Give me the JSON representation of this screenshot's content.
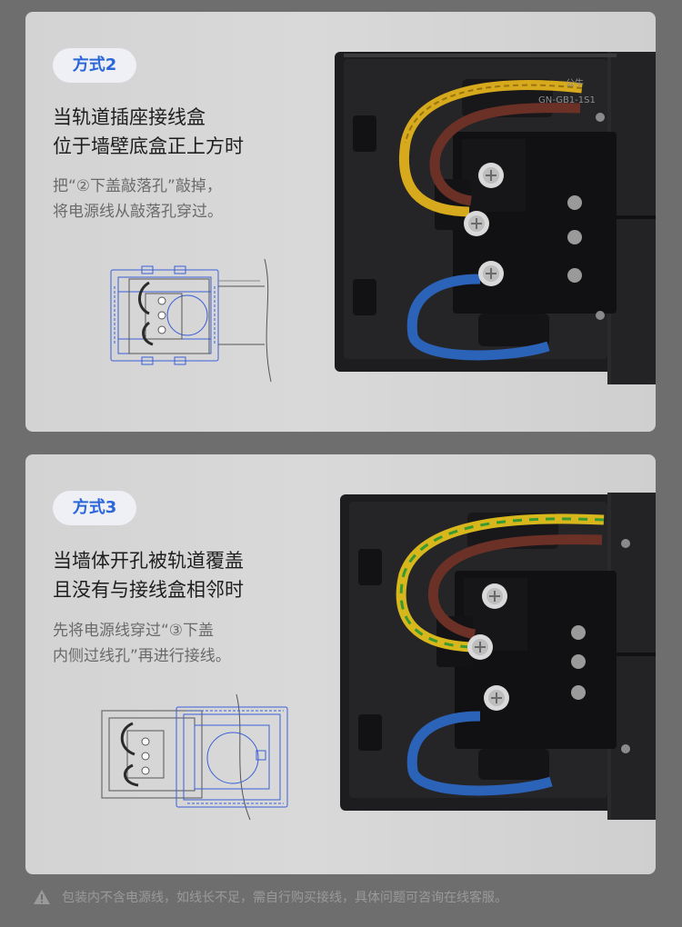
{
  "method_2": {
    "badge": "方式2",
    "headline": [
      "当轨道插座接线盒",
      "位于墙壁底盒正上方时"
    ],
    "description": [
      "把“②下盖敲落孔”敲掉，",
      "将电源线从敲落孔穿过。"
    ],
    "product_text": [
      "公牛",
      "GN-GB1-1S1"
    ]
  },
  "method_3": {
    "badge": "方式3",
    "headline": [
      "当墙体开孔被轨道覆盖",
      "且没有与接线盒相邻时"
    ],
    "description": [
      "先将电源线穿过“③下盖",
      "内侧过线孔”再进行接线。"
    ]
  },
  "footer": {
    "notice": "包装内不含电源线，如线长不足，需自行购买接线，具体问题可咨询在线客服。"
  },
  "colors": {
    "accent_blue": "#2b66d9",
    "card_bg": "#d6d6d6",
    "page_bg": "#6e6e6e"
  },
  "icons": {
    "warning": "warning-triangle-icon"
  }
}
